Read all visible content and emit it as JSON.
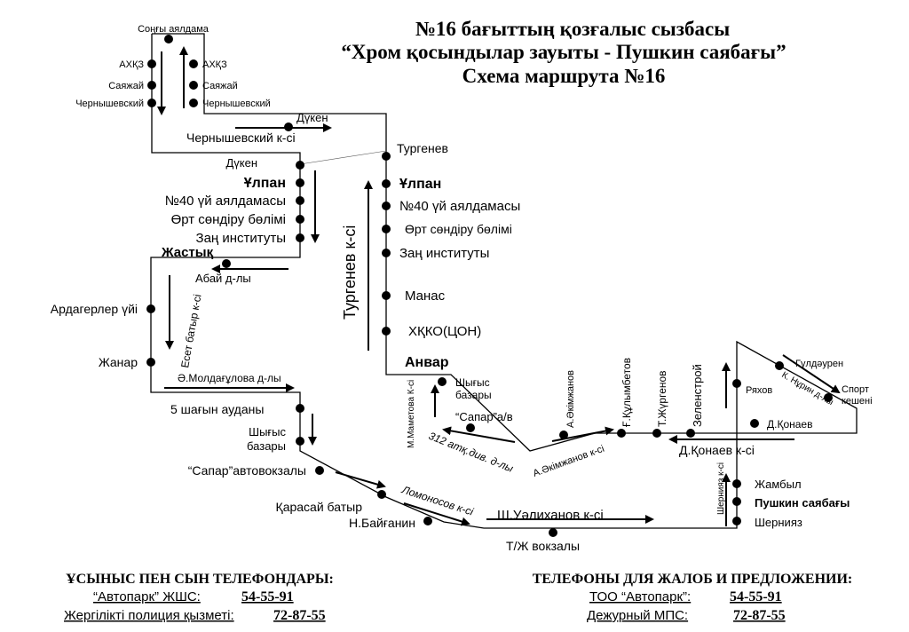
{
  "header": {
    "line1": "№16 бағыттың қозғалыс сызбасы",
    "line2": "“Хром қосындылар зауыты - Пушкин саябағы”",
    "line3": "Схема маршрута №16"
  },
  "stops": {
    "songy": "Соңғы аялдама",
    "ahkz_l": "АХҚЗ",
    "sayazhai_l": "Саяжай",
    "cherny_l": "Чернышевский",
    "ahkz_r": "АХҚЗ",
    "sayazhai_r": "Саяжай",
    "cherny_r": "Чернышевский",
    "duken1": "Дүкен",
    "duken2": "Дүкен",
    "turgenev": "Тургенев",
    "ulpan_l": "Ұлпан",
    "n40_l": "№40 үй аялдамасы",
    "ort_l": "Өрт сөндіру бөлімі",
    "zan_l": "Заң институты",
    "ulpan_r": "Ұлпан",
    "n40_r": "№40 үй аялдамасы",
    "ort_r": "Өрт сөндіру бөлімі",
    "zan_r": "Заң институты",
    "zhastyk": "Жастық",
    "ardager": "Ардагерлер үйі",
    "zhanar": "Жанар",
    "manas": "Манас",
    "hkko": "ХҚКО(ЦОН)",
    "anvar": "Анвар",
    "shygys_r1": "Шығыс",
    "shygys_r2": "базары",
    "sapar_av": "“Сапар”а/в",
    "shagyn": "5 шағын ауданы",
    "shygys_l1": "Шығыс",
    "shygys_l2": "базары",
    "sapar_avto": "“Сапар”автовокзалы",
    "karasai": "Қарасай батыр",
    "baiganin": "Н.Байғанин",
    "tzh": "Т/Ж вокзалы",
    "akimzhanov": "А.Әкімжанов",
    "kulymbetov": "Ғ.Құлымбетов",
    "zhurgenov": "Т.Жүргенов",
    "zelenstroi": "Зеленстрой",
    "ryahov": "Ряхов",
    "guldauren": "Гүлдәурен",
    "sport1": "Спорт",
    "sport2": "кешені",
    "dkonaev": "Д.Қонаев",
    "zhambyl": "Жамбыл",
    "pushkin": "Пушкин саябағы",
    "sherniaz": "Шернияз"
  },
  "streets": {
    "cherny_st": "Чернышевский к-сі",
    "abai": "Абай д-лы",
    "eset": "Есет батыр к-сі",
    "turgenev_st": "Тургенев к-сі",
    "moldagulova": "Ә.Молдағұлова д-лы",
    "mametova": "М.Маметова К-сі",
    "atk312": "312 атқ.див. д-лы",
    "akimzhanov_st": "А.Әкімжанов к-сі",
    "konaev_st": "Д.Қонаев к-сі",
    "knurin": "К. Нұрин д-лы",
    "lomonosov": "Ломоносов к-сі",
    "ualihanov": "Ш.Уәлиханов к-сі",
    "sherniaz_st": "Шернияз к-сі"
  },
  "footer": {
    "kz_title": "ҰСЫНЫС ПЕН СЫН ТЕЛЕФОНДАРЫ:",
    "kz_avtopark": "“Автопарк” ЖШС:",
    "kz_avtopark_phone": "54-55-91",
    "kz_police": "Жергілікті полиция қызметі:",
    "kz_police_phone": "72-87-55",
    "ru_title": "ТЕЛЕФОНЫ ДЛЯ ЖАЛОБ И ПРЕДЛОЖЕНИИ:",
    "ru_avtopark": "ТОО “Автопарк”:",
    "ru_avtopark_phone": "54-55-91",
    "ru_mps": "Дежурный МПС:",
    "ru_mps_phone": "72-87-55"
  }
}
